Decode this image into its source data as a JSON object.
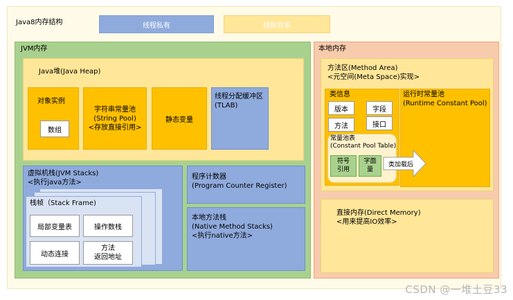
{
  "title": "Java8内存结构",
  "legend": {
    "private": "线程私有",
    "shared": "线程共享"
  },
  "jvm": {
    "title": "JVM内存",
    "heap": {
      "title": "Java堆(Java Heap)",
      "object_instance": "对象实例",
      "array": "数组",
      "string_pool": "字符串常量池\n(String Pool)\n<存放直接引用>",
      "static_var": "静态变量",
      "tlab": "线程分配缓冲区\n(TLAB)"
    },
    "stacks": {
      "title": "虚拟机栈(JVM Stacks)\n<执行java方法>",
      "frame": {
        "title": "栈帧（Stack Frame)",
        "local_vars": "局部变量表",
        "operand_stack": "操作数栈",
        "dynamic_link": "动态连接",
        "return_addr": "方法\n返回地址"
      }
    },
    "pc": "程序计数器\n(Program Counter Register)",
    "native_stack": "本地方法栈\n(Native Method Stacks)\n<执行native方法>"
  },
  "native": {
    "title": "本地内存",
    "method_area": {
      "title": "方法区(Method Area)\n<元空间(Meta Space)实现>",
      "class_info": {
        "title": "类信息",
        "version": "版本",
        "field": "字段",
        "method": "方法",
        "interface": "接口",
        "cpt_title": "常量池表\n(Constant Pool Table)",
        "symbol_ref": "符号\n引用",
        "literal": "字面\n量"
      },
      "arrow_label": "类加载后",
      "rcp": "运行时常量池\n(Runtime Constant Pool)"
    },
    "direct_memory": "直接内存(Direct Memory)\n<用来提高IO效率>"
  },
  "watermark": "CSDN @一堆土豆33",
  "colors": {
    "private": "#8faadc",
    "shared": "#ffe699",
    "jvm": "#a9d18e",
    "native": "#f8cbad",
    "orange": "#ffc000"
  }
}
